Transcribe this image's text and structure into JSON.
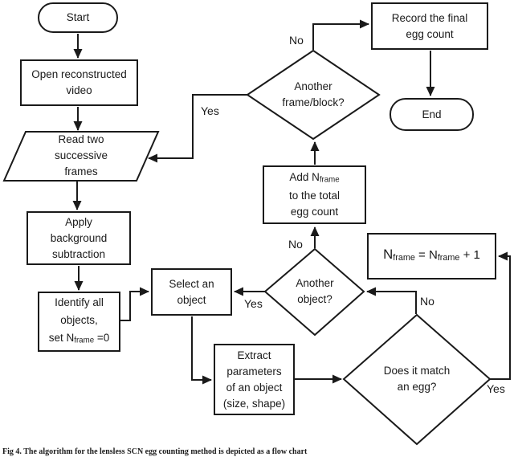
{
  "palette": {
    "background": "#ffffff",
    "stroke": "#1a1a1a",
    "text": "#1a1a1a"
  },
  "nodes": {
    "start": {
      "label": "Start"
    },
    "open_video": {
      "lines": [
        "Open reconstructed",
        "video"
      ]
    },
    "read_frames": {
      "lines": [
        "Read two",
        "successive",
        "frames"
      ]
    },
    "apply_bg": {
      "lines": [
        "Apply",
        "background",
        "subtraction"
      ]
    },
    "identify": {
      "line1": "Identify all",
      "line2": "objects,",
      "line3_pre": "set N",
      "line3_sub": "frame",
      "line3_post": " =0"
    },
    "select_object": {
      "lines": [
        "Select an",
        "object"
      ]
    },
    "extract": {
      "lines": [
        "Extract",
        "parameters",
        "of an object",
        "(size, shape)"
      ]
    },
    "match_egg": {
      "lines": [
        "Does it match",
        "an egg?"
      ]
    },
    "another_object": {
      "lines": [
        "Another",
        "object?"
      ]
    },
    "add_nframe": {
      "line1_pre": "Add N",
      "line1_sub": "frame",
      "line2": "to the total",
      "line3": "egg count"
    },
    "nframe_inc": {
      "pre": "N",
      "sub1": "frame",
      "mid": " = N",
      "sub2": "frame",
      "post": " + 1"
    },
    "another_frame": {
      "lines": [
        "Another",
        "frame/block?"
      ]
    },
    "record": {
      "lines": [
        "Record the final",
        "egg count"
      ]
    },
    "end": {
      "label": "End"
    }
  },
  "edge_labels": {
    "frame_yes": "Yes",
    "frame_no": "No",
    "object_no": "No",
    "object_yes": "Yes",
    "match_no": "No",
    "match_yes": "Yes"
  },
  "caption": "Fig 4. The algorithm for the lensless SCN egg counting method is depicted as a flow chart"
}
